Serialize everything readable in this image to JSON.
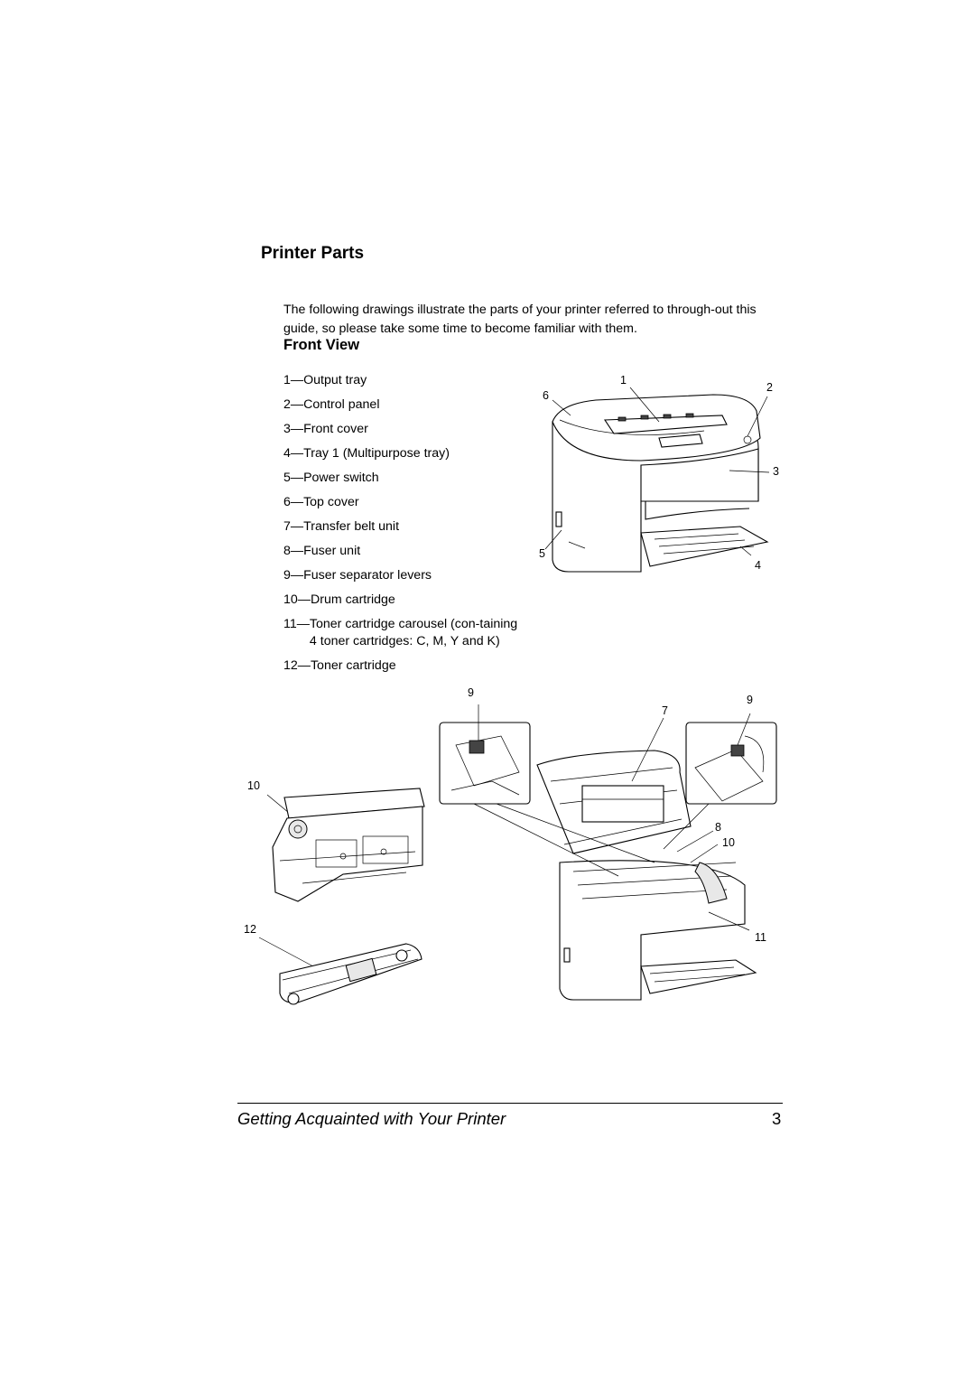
{
  "heading": "Printer Parts",
  "intro": "The following drawings illustrate the parts of your printer referred to through-out this guide, so please take some time to become familiar with them.",
  "subheading": "Front View",
  "parts": [
    {
      "num": "1—",
      "label": "Output tray"
    },
    {
      "num": "2—",
      "label": "Control panel"
    },
    {
      "num": "3—",
      "label": "Front cover"
    },
    {
      "num": "4—",
      "label": "Tray 1 (Multipurpose tray)"
    },
    {
      "num": "5—",
      "label": "Power switch"
    },
    {
      "num": "6—",
      "label": "Top cover"
    },
    {
      "num": "7—",
      "label": "Transfer belt unit"
    },
    {
      "num": "8—",
      "label": "Fuser unit"
    },
    {
      "num": "9—",
      "label": "Fuser separator levers"
    },
    {
      "num": "10—",
      "label": "Drum cartridge"
    },
    {
      "num": "11— ",
      "label": "Toner cartridge carousel (con-taining 4 toner cartridges: C, M, Y and K)"
    },
    {
      "num": "12—",
      "label": "Toner cartridge"
    }
  ],
  "callouts": {
    "front": [
      "1",
      "2",
      "3",
      "4",
      "5",
      "6"
    ],
    "open": [
      "9",
      "7",
      "9",
      "8",
      "10",
      "11"
    ],
    "drum": "10",
    "toner": "12"
  },
  "footer": {
    "title": "Getting Acquainted with Your Printer",
    "page": "3"
  }
}
